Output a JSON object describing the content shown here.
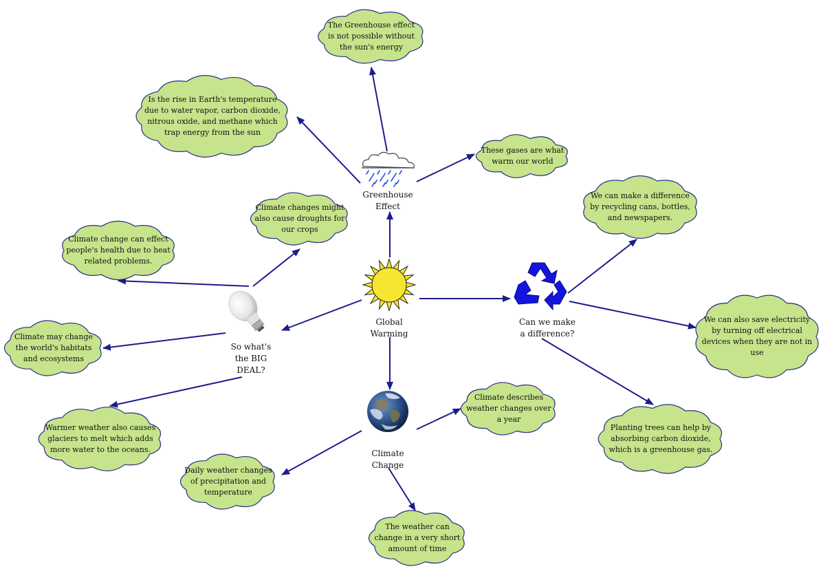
{
  "colors": {
    "cloud_fill": "#c6e48b",
    "cloud_stroke": "#2d2d86",
    "arrow": "#1c1c8c",
    "sun": "#f6e62f",
    "recycle": "#1414e0",
    "rain": "#2a4bd8"
  },
  "hubs": {
    "global_warming": "Global\nWarming",
    "greenhouse": "Greenhouse\nEffect",
    "big_deal": "So what's\nthe BIG\nDEAL?",
    "difference": "Can we make\na difference?",
    "climate_change": "Climate\nChange"
  },
  "icons": {
    "global_warming": "sun-icon",
    "greenhouse": "rain-cloud-icon",
    "big_deal": "light-bulb-icon",
    "difference": "recycle-icon",
    "climate_change": "earth-icon"
  },
  "clouds": {
    "gh_sun": "The Greenhouse effect\nis not possible without\nthe sun's energy",
    "gh_rise": "Is the rise in Earth's temperature\ndue to water vapor, carbon dioxide,\nnitrous oxide, and methane which\ntrap energy from the sun",
    "gh_gases": "These gases are what\nwarm our world",
    "bd_droughts": "Climate changes might\nalso cause droughts for\nour crops",
    "bd_health": "Climate change can effect\npeople's health due to heat\nrelated problems.",
    "bd_habitats": "Climate may change\nthe world's habitats\nand ecosystems",
    "bd_glaciers": "Warmer weather also causes\nglaciers to melt which adds\nmore water to the oceans.",
    "df_recycling": "We can make a difference\nby recycling cans, bottles,\nand newspapers.",
    "df_electricity": "We can also save electricity\nby turning off electrical\ndevices when they are not in\nuse",
    "df_trees": "Planting trees can help by\nabsorbing carbon dioxide,\nwhich is a greenhouse gas.",
    "cc_describes": "Climate describes\nweather changes over\na year",
    "cc_daily": "Daily weather changes\nof precipitation and\ntemperature",
    "cc_short": "The weather can\nchange in a very short\namount of time"
  }
}
